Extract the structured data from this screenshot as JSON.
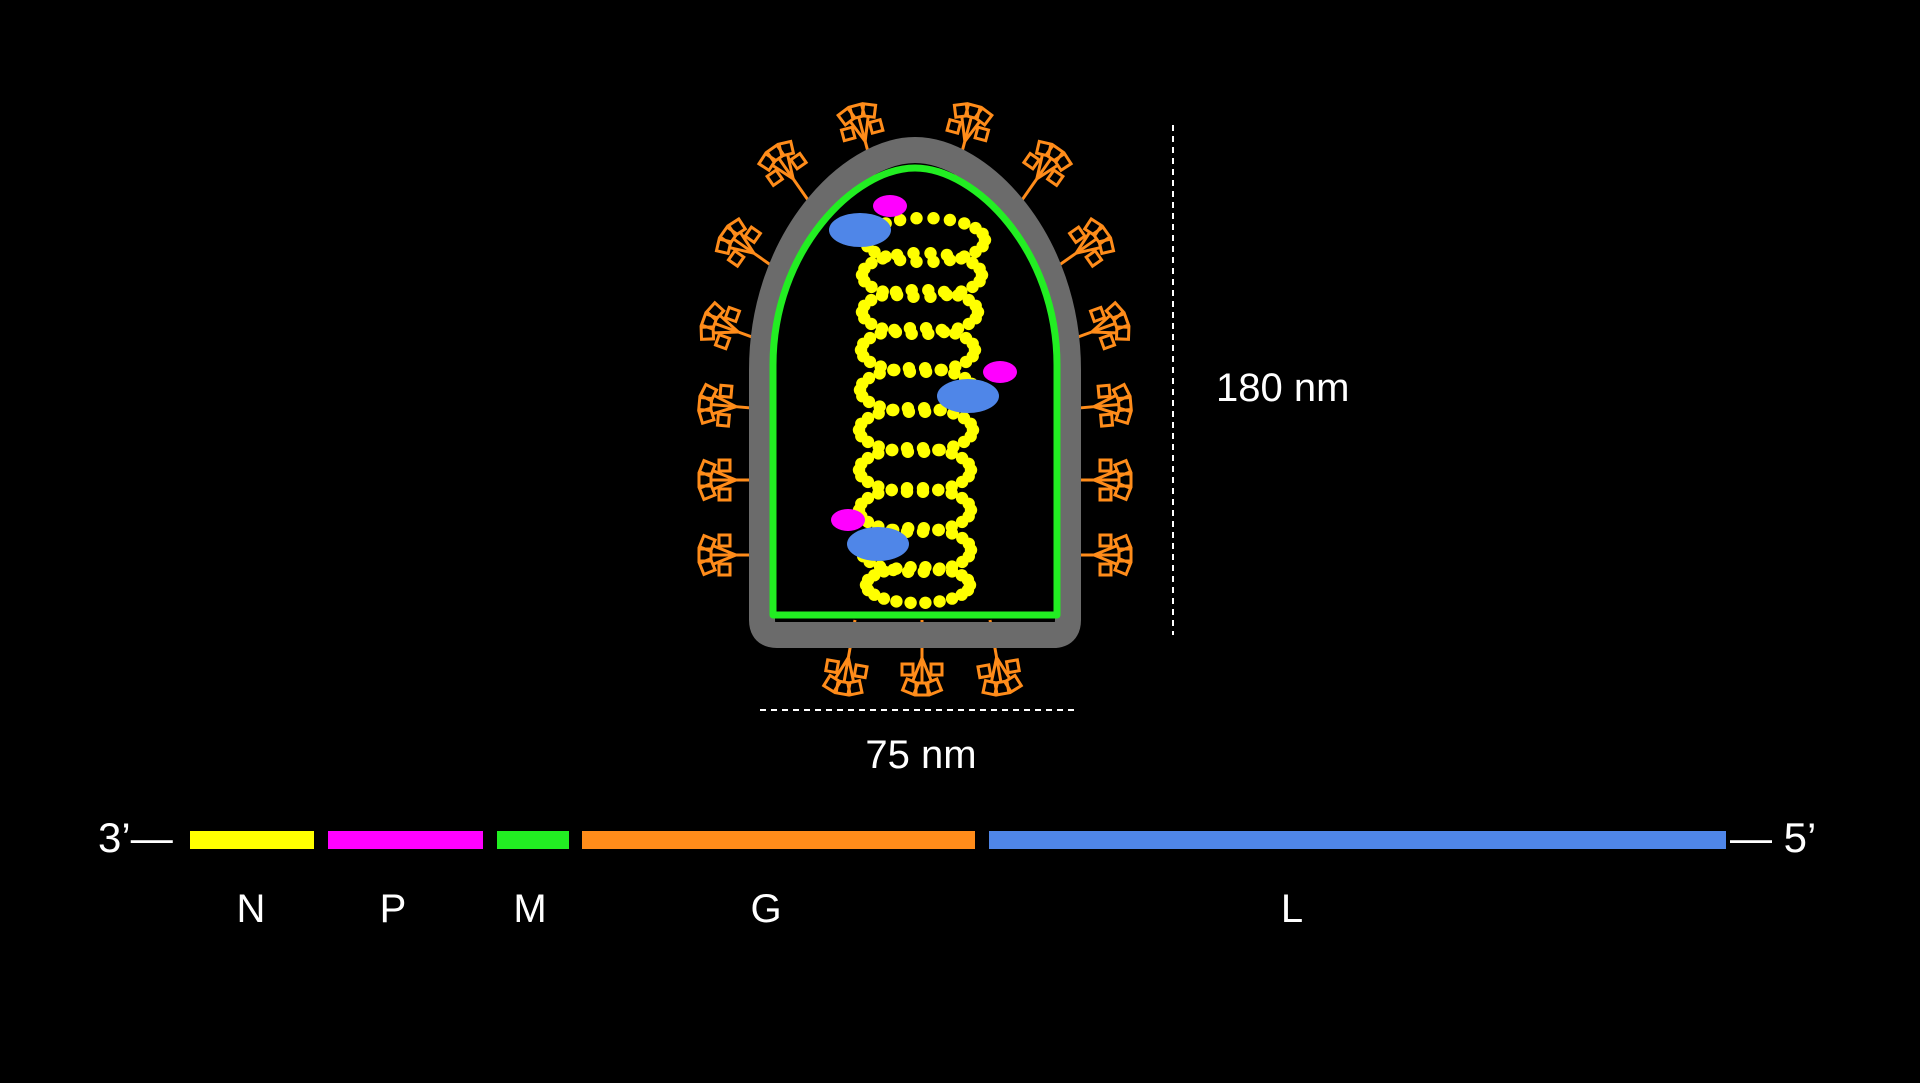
{
  "colors": {
    "background": "#000000",
    "envelope": "#6b6b6b",
    "matrix": "#22ee22",
    "glycoprotein": "#ff8c1a",
    "nucleoprotein": "#ffff00",
    "phosphoprotein": "#ff00ff",
    "polymerase": "#4f86e8",
    "text": "#ffffff"
  },
  "virion": {
    "height_label": "180 nm",
    "width_label": "75 nm"
  },
  "genome": {
    "end_3_label": "3’—",
    "end_5_label": "— 5’",
    "genes": [
      {
        "name": "N",
        "color": "#ffff00"
      },
      {
        "name": "P",
        "color": "#ff00ff"
      },
      {
        "name": "M",
        "color": "#22ee22"
      },
      {
        "name": "G",
        "color": "#ff8c1a"
      },
      {
        "name": "L",
        "color": "#4f86e8"
      }
    ]
  }
}
